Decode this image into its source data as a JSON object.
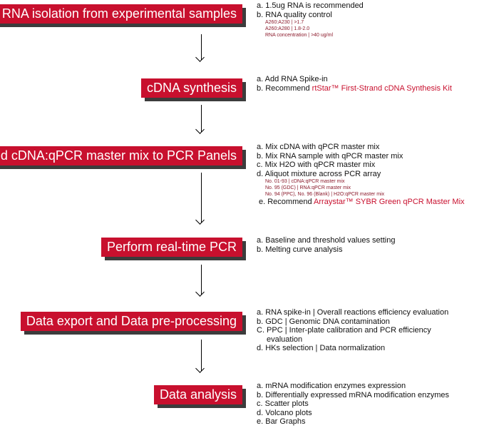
{
  "steps": [
    {
      "label": "RNA isolation from experimental samples",
      "notes": [
        "a. 1.5ug RNA is recommended",
        "b. RNA quality control"
      ],
      "sub": [
        "A260:A230  |   >1.7",
        "A260:A280  |   1.8-2.0",
        "RNA concentration   |   >40 ug/ml"
      ]
    },
    {
      "label": "cDNA synthesis",
      "notes": [
        "a. Add RNA Spike-in"
      ],
      "note_b_prefix": "b. Recommend ",
      "note_b_highlight": "rtStar™ First-Strand cDNA Synthesis Kit"
    },
    {
      "label": "Add cDNA:qPCR master mix to PCR Panels",
      "notes": [
        "a. Mix cDNA with qPCR master mix",
        "b. Mix RNA sample with qPCR master mix",
        "c. Mix H2O with qPCR master mix",
        "d. Aliquot mixture across PCR array"
      ],
      "sub": [
        "No. 01-93  |  cDNA:qPCR master mix",
        "No. 95 (GDC)  |  RNA:qPCR master mix",
        "No. 94 (PPC), No. 96 (Blank)  |  H2O:qPCR master mix"
      ],
      "note_e_prefix": "e. Recommend ",
      "note_e_highlight": "Arraystar™ SYBR Green qPCR Master Mix"
    },
    {
      "label": "Perform real-time PCR",
      "notes": [
        "a. Baseline and threshold values setting",
        "b. Melting curve analysis"
      ]
    },
    {
      "label": "Data export and Data pre-processing",
      "notes": [
        "a. RNA spike-in | Overall reactions efficiency evaluation",
        "b. GDC | Genomic DNA contamination",
        "C. PPC | Inter-plate calibration and PCR efficiency",
        "evaluation",
        "d. HKs selection | Data normalization"
      ]
    },
    {
      "label": "Data analysis",
      "notes": [
        "a. mRNA modification enzymes expression",
        "b. Differentially expressed mRNA modification enzymes",
        "c. Scatter plots",
        "d. Volcano plots",
        "e. Bar Graphs"
      ]
    }
  ]
}
